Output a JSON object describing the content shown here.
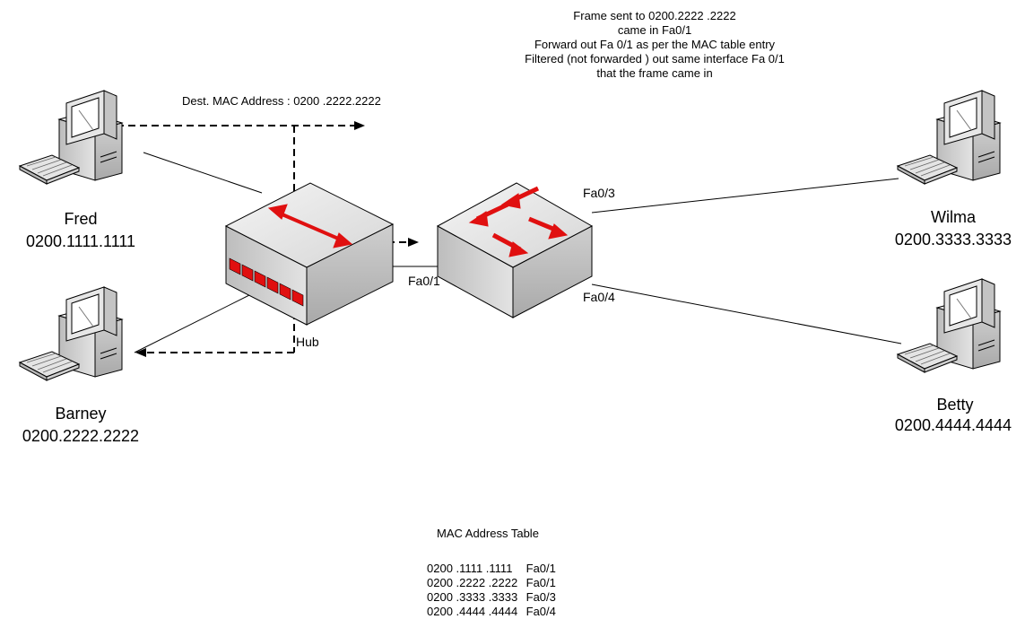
{
  "hosts": {
    "fred": {
      "name": "Fred",
      "mac": "0200.1111.1111"
    },
    "barney": {
      "name": "Barney",
      "mac": "0200.2222.2222"
    },
    "wilma": {
      "name": "Wilma",
      "mac": "0200.3333.3333"
    },
    "betty": {
      "name": "Betty",
      "mac": "0200.4444.4444"
    }
  },
  "devices": {
    "hub_label": "Hub"
  },
  "ports": {
    "fa01": "Fa0/1",
    "fa03": "Fa0/3",
    "fa04": "Fa0/4"
  },
  "dest_mac_label": "Dest. MAC Address : 0200 .2222.2222",
  "note_lines": [
    "Frame sent to 0200.2222 .2222",
    "came in Fa0/1",
    "Forward out Fa 0/1 as per the MAC table entry",
    "Filtered (not forwarded ) out same interface Fa 0/1",
    "that the frame came in"
  ],
  "mac_table": {
    "title": "MAC Address Table",
    "rows": [
      {
        "mac": "0200 .1111 .1111",
        "port": "Fa0/1"
      },
      {
        "mac": "0200 .2222 .2222",
        "port": "Fa0/1"
      },
      {
        "mac": "0200 .3333 .3333",
        "port": "Fa0/3"
      },
      {
        "mac": "0200 .4444 .4444",
        "port": "Fa0/4"
      }
    ]
  },
  "colors": {
    "arrow_red": "#e01010",
    "device_body": "#d8d8d8",
    "device_top": "#eeeeee",
    "line": "#000000"
  }
}
